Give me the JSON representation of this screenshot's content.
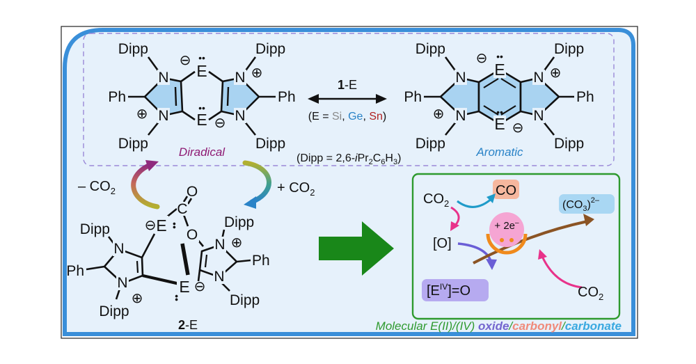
{
  "colors": {
    "frame_blue": "#3a8fd9",
    "panel_bg": "#e6f1fb",
    "ring_fill": "#a9d3f1",
    "green_box": "#2e9a2e",
    "arrow_green": "#198719",
    "diradical_purple": "#8e1a73",
    "aromatic_blue": "#2a83c7",
    "si_gray": "#8a8a8a",
    "ge_blue": "#2a83c7",
    "sn_red": "#b01f1f",
    "oxide_purple": "#7466cf",
    "carbonyl_salmon": "#f08a7a",
    "carbonate_cyan": "#3aa9e0",
    "co_highlight": "#f6b79e",
    "carbonate_highlight": "#a9d7f3",
    "eiv_highlight": "#b6aaf0",
    "electron_pink": "#f5a5d3",
    "electron_orange": "#f08a1c"
  },
  "top": {
    "label_dipp": "Dipp",
    "label_ph": "Ph",
    "atom_n": "N",
    "atom_e": "E",
    "charge_plus": "⊕",
    "charge_minus": "⊖",
    "lone_pair": "••",
    "diradical_label": "Diradical",
    "aromatic_label": "Aromatic",
    "compound_bold": "1",
    "compound_suffix": "-E",
    "elements_prefix": "(E = ",
    "el_si": "Si",
    "sep": ", ",
    "el_ge": "Ge",
    "el_sn": "Sn",
    "elements_suffix": ")",
    "dipp_def_prefix": "(Dipp = 2,6-",
    "dipp_def_italic": "i",
    "dipp_def_body": "Pr",
    "sub_2": "2",
    "dipp_def_c": "C",
    "sub_6": "6",
    "dipp_def_h": "H",
    "sub_3": "3",
    "dipp_def_suffix": ")"
  },
  "middle": {
    "minus_co2_prefix": "– CO",
    "plus_co2_prefix": "+ CO",
    "sub_2": "2"
  },
  "bottom_left": {
    "atom_o": "O",
    "atom_c": "C",
    "compound_bold": "2",
    "compound_suffix": "-E"
  },
  "cycle": {
    "co2_label": "CO",
    "sub_2": "2",
    "co_label": "CO",
    "carbonate_prefix": "(CO",
    "sub_3": "3",
    "carbonate_suffix": ")",
    "carbonate_charge": "2–",
    "oxygen_label": "[O]",
    "electrons_label": "+ 2e",
    "electrons_charge": "–",
    "eiv_open": "[E",
    "eiv_sup": "IV",
    "eiv_close": "]=O"
  },
  "caption": {
    "prefix": "Molecular E(II)/(IV) ",
    "oxide": "oxide",
    "slash1": "/",
    "carbonyl": "carbonyl",
    "slash2": "/",
    "carbonate": "carbonate"
  }
}
